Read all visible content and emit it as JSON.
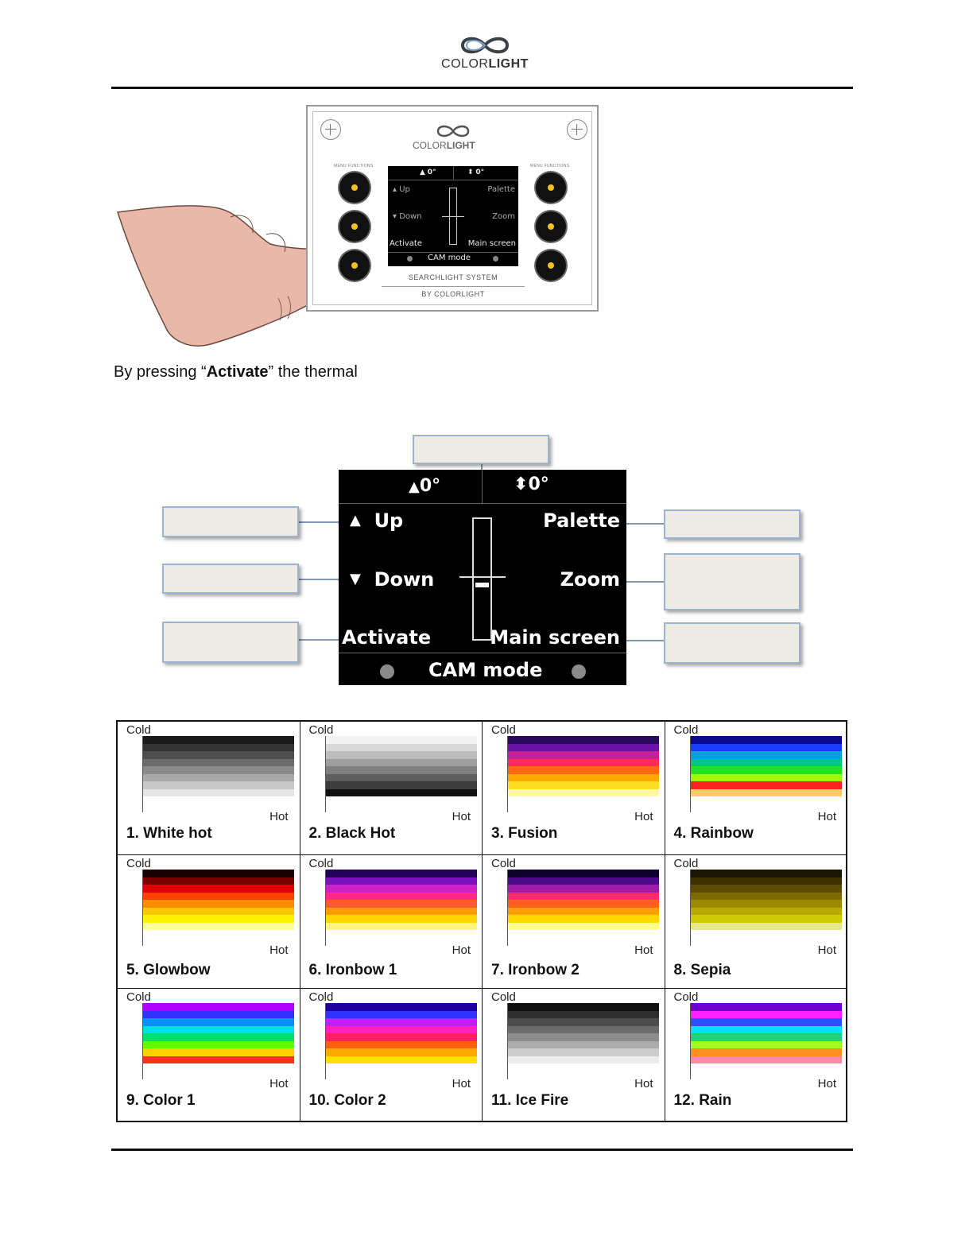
{
  "header": {
    "brand": {
      "prefix": "COLOR",
      "suffix": "LIGHT"
    }
  },
  "control_panel": {
    "brand": {
      "prefix": "COLOR",
      "suffix": "LIGHT"
    },
    "menu_functions_label": "MENU FUNCTIONS",
    "screen": {
      "tilt": "0°",
      "pan": "0°",
      "up": "Up",
      "down": "Down",
      "palette": "Palette",
      "zoom": "Zoom",
      "activate": "Activate",
      "main_screen": "Main screen",
      "cam_mode": "CAM mode"
    },
    "system_label": "SEARCHLIGHT SYSTEM",
    "by_label": "BY COLORLIGHT"
  },
  "intro": {
    "before": "By pressing “",
    "bold": "Activate",
    "after": "” the thermal"
  },
  "display": {
    "tilt": "0°",
    "pan": "0°",
    "up": "Up",
    "down": "Down",
    "palette": "Palette",
    "zoom": "Zoom",
    "activate": "Activate",
    "main_screen": "Main screen",
    "cam_mode": "CAM mode"
  },
  "palettes": [
    {
      "name": "1. White hot",
      "cold": "Cold",
      "hot": "Hot",
      "colors": [
        "#1a1a1a",
        "#333333",
        "#4d4d4d",
        "#6b6b6b",
        "#8a8a8a",
        "#a8a8a8",
        "#c8c8c8",
        "#e6e6e6"
      ]
    },
    {
      "name": "2. Black Hot",
      "cold": "Cold",
      "hot": "Hot",
      "colors": [
        "#f2f2f2",
        "#d9d9d9",
        "#bdbdbd",
        "#9e9e9e",
        "#7f7f7f",
        "#5e5e5e",
        "#3c3c3c",
        "#111111"
      ]
    },
    {
      "name": "3. Fusion",
      "cold": "Cold",
      "hot": "Hot",
      "colors": [
        "#2a0a5e",
        "#6a12a8",
        "#c21f9a",
        "#ff2a55",
        "#ff6a10",
        "#ffa800",
        "#ffdd22",
        "#fff7a8"
      ]
    },
    {
      "name": "4. Rainbow",
      "cold": "Cold",
      "hot": "Hot",
      "colors": [
        "#0a0a8a",
        "#1a3cff",
        "#00a0e0",
        "#00c878",
        "#22e022",
        "#9aff00",
        "#ff2020",
        "#ffcc66"
      ]
    },
    {
      "name": "5. Glowbow",
      "cold": "Cold",
      "hot": "Hot",
      "colors": [
        "#1a0000",
        "#7a0000",
        "#e00000",
        "#ff4000",
        "#ff8a00",
        "#ffc800",
        "#fff200",
        "#ffff99"
      ]
    },
    {
      "name": "6. Ironbow 1",
      "cold": "Cold",
      "hot": "Hot",
      "colors": [
        "#22005a",
        "#7a10c0",
        "#d020c8",
        "#ff2a88",
        "#ff5a30",
        "#ff9a00",
        "#ffd600",
        "#fff680"
      ]
    },
    {
      "name": "7. Ironbow  2",
      "cold": "Cold",
      "hot": "Hot",
      "colors": [
        "#100030",
        "#4a0a8a",
        "#a01aa8",
        "#ff2a6a",
        "#ff6020",
        "#ffa000",
        "#ffd800",
        "#ffff90"
      ]
    },
    {
      "name": "8. Sepia",
      "cold": "Cold",
      "hot": "Hot",
      "colors": [
        "#1a1400",
        "#3d3000",
        "#5e4c00",
        "#806a00",
        "#9c8a00",
        "#b8a800",
        "#d0c800",
        "#e8e888"
      ]
    },
    {
      "name": "9. Color 1",
      "cold": "Cold",
      "hot": "Hot",
      "colors": [
        "#b000ff",
        "#3030ff",
        "#0090ff",
        "#00e0e0",
        "#00e070",
        "#60ff00",
        "#ffd000",
        "#ff3020"
      ]
    },
    {
      "name": "10. Color 2",
      "cold": "Cold",
      "hot": "Hot",
      "colors": [
        "#2000a0",
        "#3030ff",
        "#c020ff",
        "#ff20c0",
        "#ff2060",
        "#ff6010",
        "#ffa800",
        "#ffe000"
      ]
    },
    {
      "name": "11. Ice Fire",
      "cold": "Cold",
      "hot": "Hot",
      "colors": [
        "#101010",
        "#2e2e2e",
        "#4c4c4c",
        "#6c6c6c",
        "#8c8c8c",
        "#acacac",
        "#cccccc",
        "#ececec"
      ]
    },
    {
      "name": "12. Rain",
      "cold": "Cold",
      "hot": "Hot",
      "colors": [
        "#7000d0",
        "#ff20ff",
        "#3050ff",
        "#00e0ff",
        "#20d080",
        "#a0ff20",
        "#ff9020",
        "#ff88aa"
      ]
    }
  ]
}
